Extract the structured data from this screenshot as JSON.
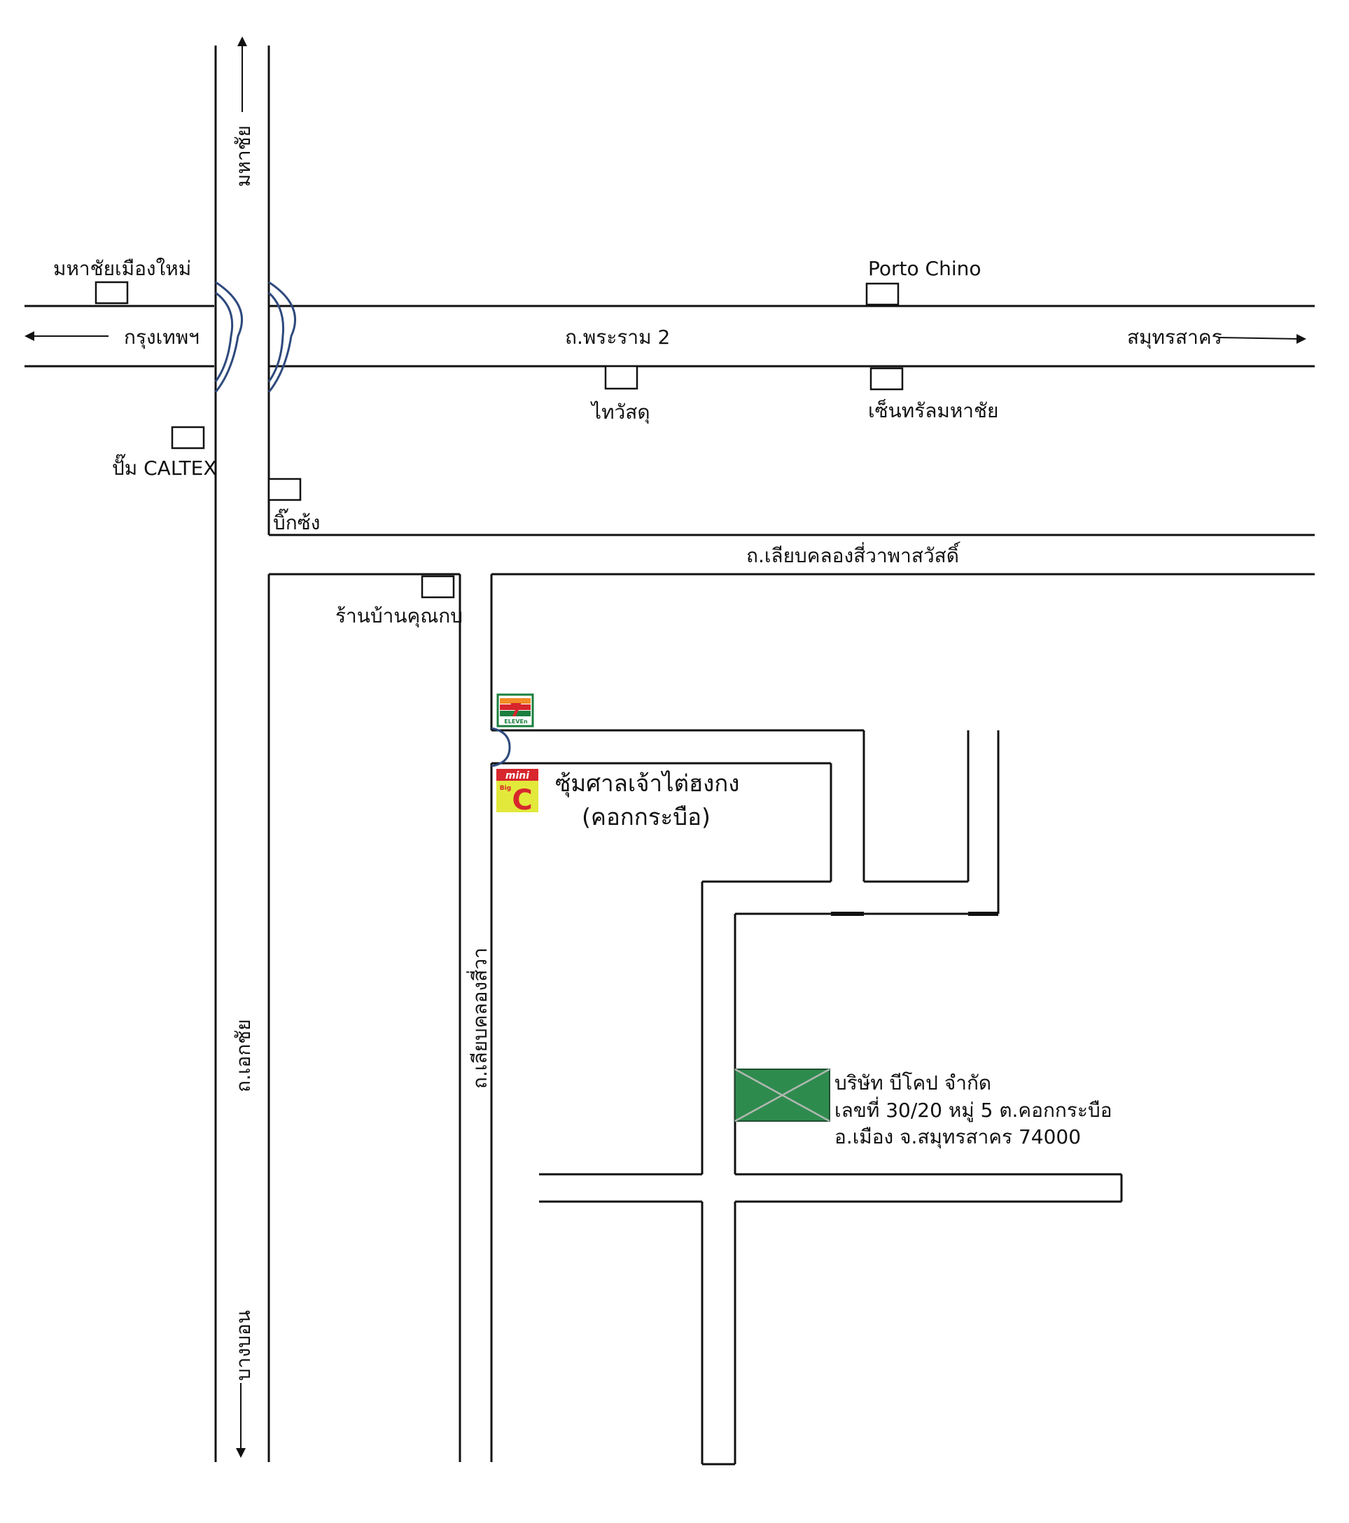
{
  "roads": {
    "rama2": "ถ.พระราม 2",
    "lieb_klong_wapha": "ถ.เลียบคลองสี่วาพาสวัสดิ์",
    "lieb_klong_sawa": "ถ.เลียบคลองสี่วา",
    "ekachai": "ถ.เอกชัย"
  },
  "directions": {
    "mahachai": "มหาชัย",
    "bangkok": "กรุงเทพฯ",
    "samut_sakhon": "สมุทรสาคร",
    "bang_bon": "บางบอน"
  },
  "landmarks": {
    "mahachai_muang_mai": "มหาชัยเมืองใหม่",
    "caltex": "ปั๊ม CALTEX",
    "big_c": "บิ๊กซ้ง",
    "thai_watsadu": "ไทวัสดุ",
    "central_mahachai": "เซ็นทรัลมหาชัย",
    "porto_chino": "Porto Chino",
    "ban_khun_kob": "ร้านบ้านคุณกบ",
    "shrine_line1": "ซุ้มศาลเจ้าไต่ฮงกง",
    "shrine_line2": "(คอกกระบือ)"
  },
  "logos": {
    "seven_eleven": "ELEVEn",
    "mini_big_c_top": "mini",
    "mini_big_c_mid": "Big",
    "mini_big_c_letter": "C"
  },
  "company": {
    "name": "บริษัท บีโคป จำกัด",
    "address_line1": "เลขที่ 30/20 หมู่ 5 ต.คอกกระบือ",
    "address_line2": "อ.เมือง จ.สมุทรสาคร 74000",
    "marker_color": "#2e8b4e"
  }
}
